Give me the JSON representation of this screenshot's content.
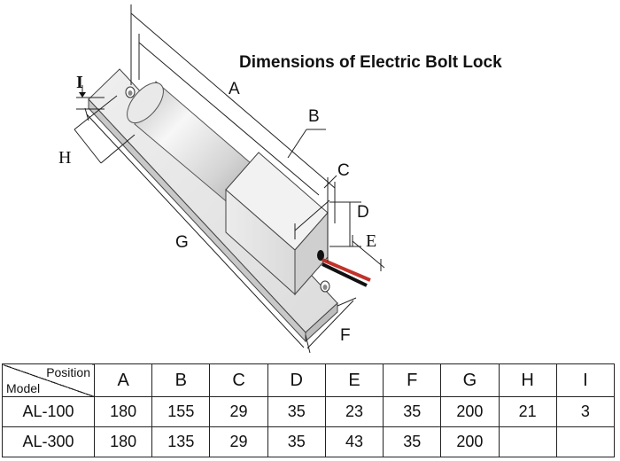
{
  "title": "Dimensions of Electric Bolt Lock",
  "labels": {
    "A": "A",
    "B": "B",
    "C": "C",
    "D": "D",
    "E": "E",
    "F": "F",
    "G": "G",
    "H": "H",
    "I": "I"
  },
  "table": {
    "corner_top": "Position",
    "corner_bottom": "Model",
    "columns": [
      "A",
      "B",
      "C",
      "D",
      "E",
      "F",
      "G",
      "H",
      "I"
    ],
    "rows": [
      {
        "model": "AL-100",
        "values": [
          "180",
          "155",
          "29",
          "35",
          "23",
          "35",
          "200",
          "21",
          "3"
        ]
      },
      {
        "model": "AL-300",
        "values": [
          "180",
          "135",
          "29",
          "35",
          "43",
          "35",
          "200",
          "",
          ""
        ]
      }
    ]
  },
  "colors": {
    "wire_red": "#c0332b",
    "wire_black": "#111111"
  }
}
